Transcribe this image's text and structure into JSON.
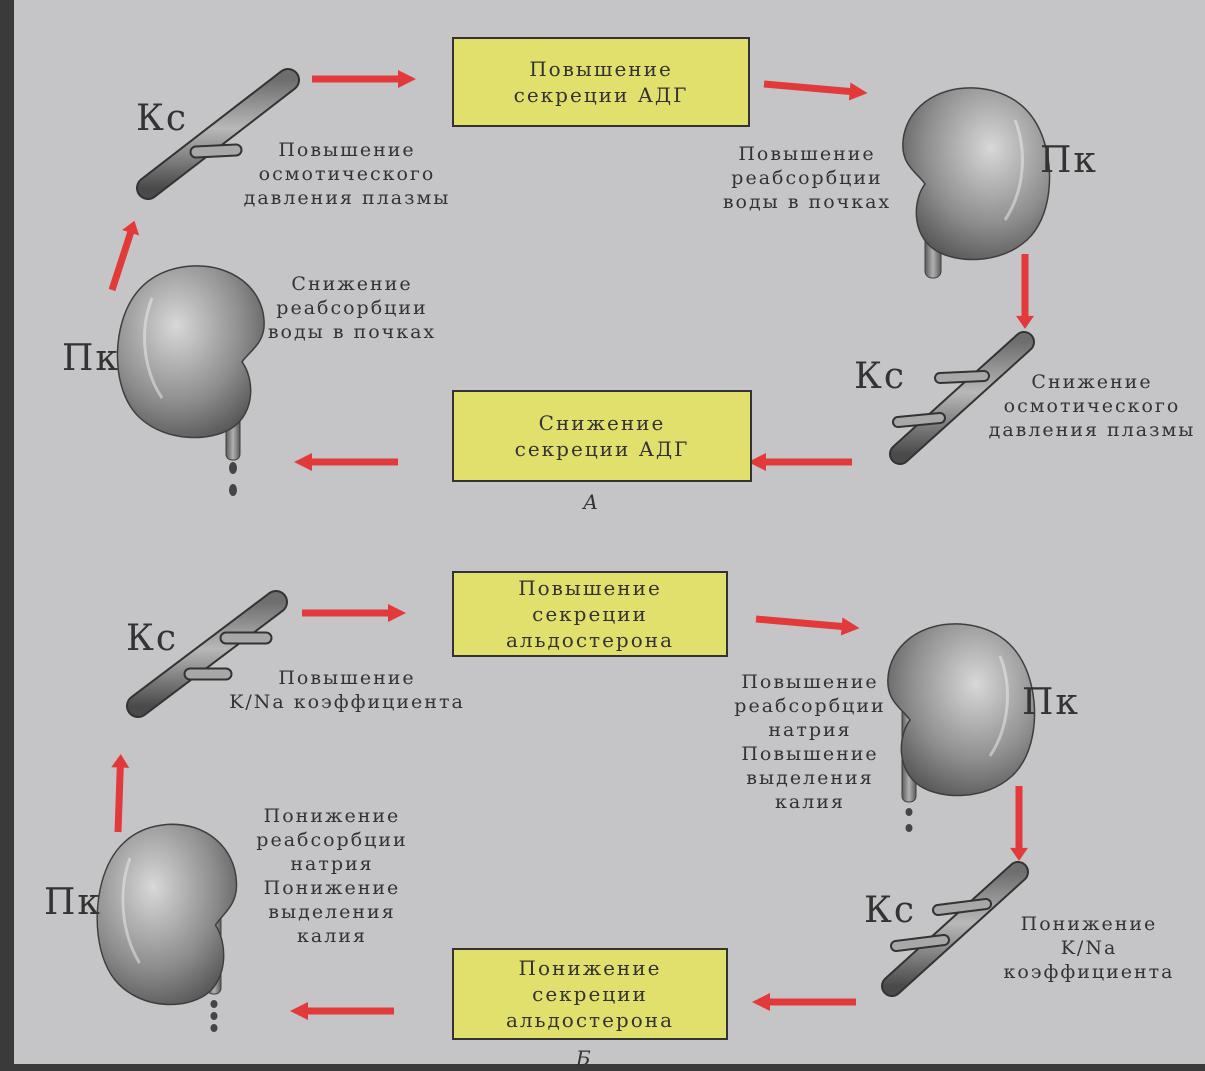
{
  "colors": {
    "background": "#c5c5c7",
    "box_fill": "#e2e06c",
    "arrow": "#e23a3a"
  },
  "icons": {
    "kidney": "kidney-icon",
    "vessel": "blood-vessel-icon",
    "arrow": "red-arrow-icon"
  },
  "panel_a": {
    "label": "А",
    "box_top": "Повышение\nсекреции АДГ",
    "box_bottom": "Снижение\nсекреции АДГ",
    "ks_top": "Кс",
    "ks_bottom": "Кс",
    "pk_right": "Пк",
    "pk_left": "Пк",
    "text_osmotic_up": "Повышение\nосмотического\nдавления плазмы",
    "text_reabs_up": "Повышение\nреабсорбции\nводы в почках",
    "text_osmotic_down": "Снижение\nосмотического\nдавления плазмы",
    "text_reabs_down": "Снижение\nреабсорбции\nводы в почках"
  },
  "panel_b": {
    "label": "Б",
    "box_top": "Повышение\nсекреции\nальдостерона",
    "box_bottom": "Понижение\nсекреции\nальдостерона",
    "ks_top": "Кс",
    "ks_bottom": "Кс",
    "pk_right": "Пк",
    "pk_left": "Пк",
    "text_coef_up": "Повышение\nK/Na коэффициента",
    "text_natrium_up": "Повышение\nреабсорбции\nнатрия\nПовышение\nвыделения\nкалия",
    "text_coef_down": "Понижение\nK/Na\nкоэффициента",
    "text_natrium_down": "Понижение\nреабсорбции\nнатрия\nПонижение\nвыделения\nкалия"
  }
}
